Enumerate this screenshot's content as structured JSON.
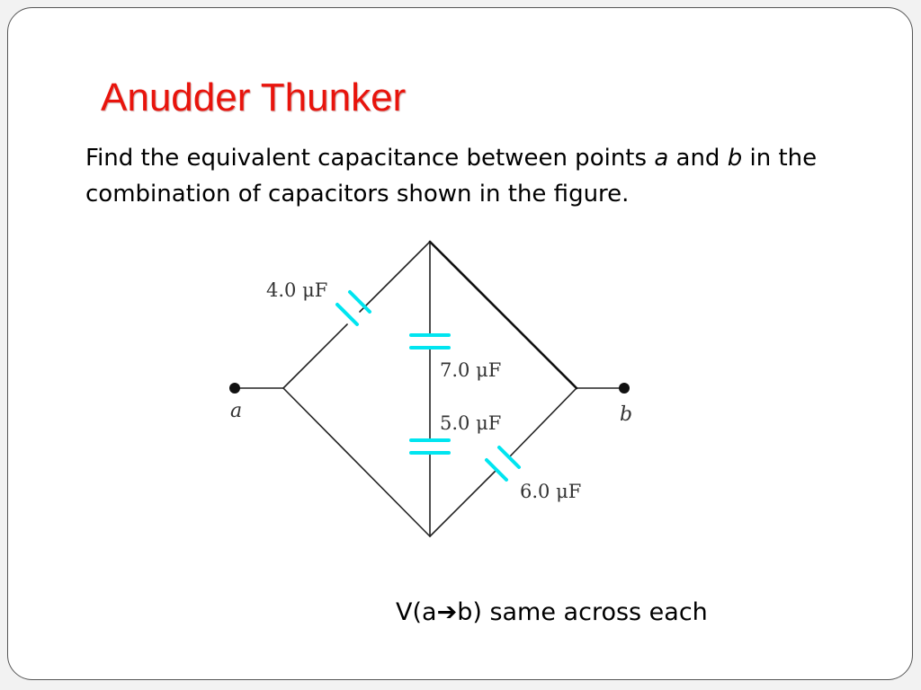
{
  "slide": {
    "title": "Anudder Thunker",
    "problem": {
      "p1": "Find the equivalent capacitance between points ",
      "var_a": "a",
      "p2": " and ",
      "var_b": "b",
      "p3": " in the combination of capacitors shown in the figure."
    },
    "footer_prefix": "V(a",
    "footer_arrow": "➔",
    "footer_suffix": "b) same across each"
  },
  "diagram": {
    "capacitors": [
      {
        "label": "4.0 μF"
      },
      {
        "label": "7.0 μF"
      },
      {
        "label": "5.0 μF"
      },
      {
        "label": "6.0 μF"
      }
    ],
    "nodes": {
      "left": "a",
      "right": "b"
    },
    "colors": {
      "wire": "#222222",
      "capacitor": "#00e5f0",
      "title": "#e8140c"
    }
  }
}
